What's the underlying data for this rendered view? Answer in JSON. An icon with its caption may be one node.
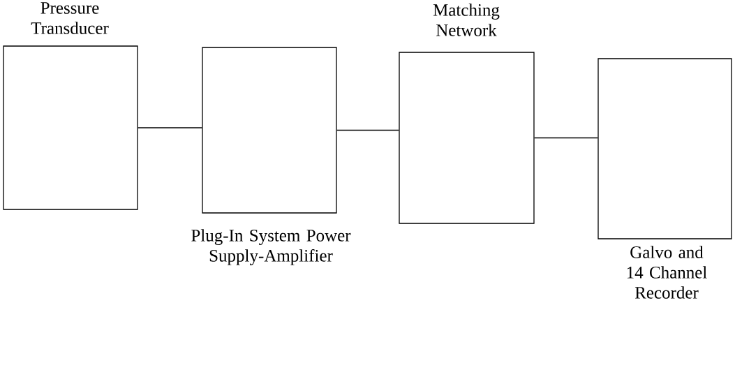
{
  "diagram": {
    "nodes": [
      {
        "text": [
          "Pressure Transducer"
        ]
      },
      {
        "text": [
          "Plug-In System Power Supply-Amplifier"
        ]
      },
      {
        "text": [
          "Matching Network"
        ]
      },
      {
        "text": [
          "Galvo and 14 Channel Recorder"
        ]
      }
    ],
    "edges": [
      {
        "from": 0,
        "to": 1,
        "arrow": "none"
      },
      {
        "from": 1,
        "to": 2,
        "arrow": "none"
      },
      {
        "from": 2,
        "to": 3,
        "arrow": "none"
      }
    ]
  }
}
